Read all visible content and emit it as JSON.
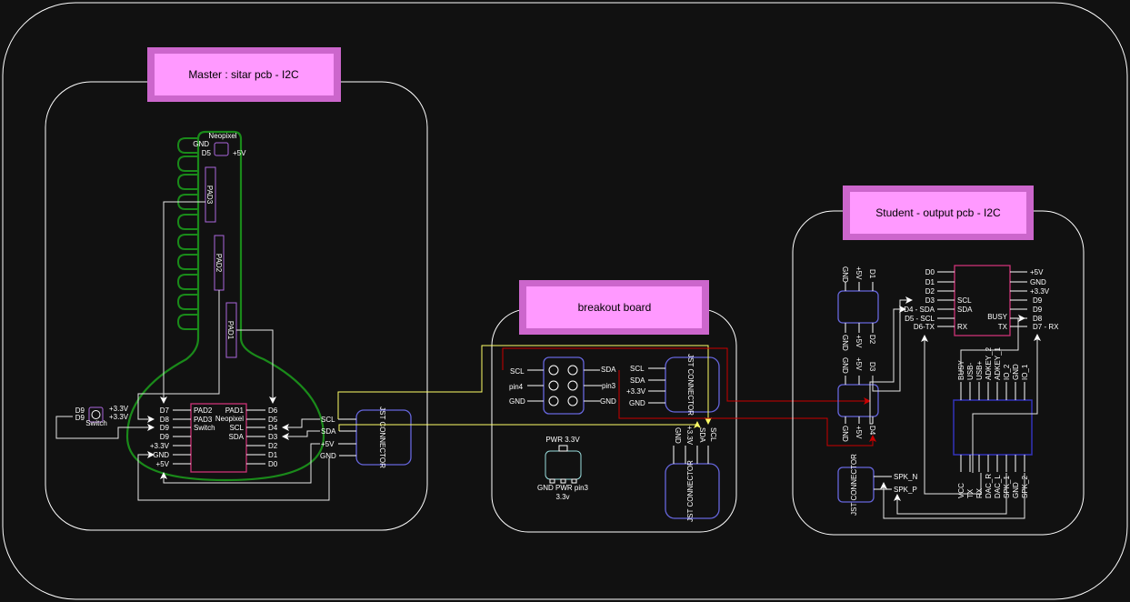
{
  "colors": {
    "background": "#111111",
    "title_fill": "#ff99ff",
    "chip_border": "#cc3377",
    "connector_border": "#6666dd",
    "guitar": "#1a8a1a",
    "i2c_yellow": "#ffff66",
    "i2c_red": "#cc0000",
    "regulator": "#99dddd"
  },
  "master": {
    "title": "Master : sitar pcb - I2C",
    "neopixel": {
      "label": "Neopixel",
      "gnd": "GND",
      "d5": "D5",
      "v5": "+5V"
    },
    "pads": [
      "PAD3",
      "PAD2",
      "PAD1"
    ],
    "switch": {
      "label": "Switch",
      "left": [
        "D9",
        "D9"
      ],
      "right": [
        "+3.3V",
        "+3.3V"
      ]
    },
    "chip_left_pins": [
      "D7",
      "D8",
      "D9",
      "D9",
      "+3.3V",
      "GND",
      "+5V"
    ],
    "chip_right_pins": [
      "D6",
      "D5",
      "D4",
      "D3",
      "D2",
      "D1",
      "D0"
    ],
    "chip_inner_left": [
      "PAD2",
      "PAD3",
      "Switch"
    ],
    "chip_inner_right": [
      "PAD1",
      "Neopixel",
      "SCL",
      "SDA"
    ],
    "jst": {
      "label": "JST CONNECTOR",
      "pins": [
        "SCL",
        "SDA",
        "+5V",
        "GND"
      ]
    }
  },
  "breakout": {
    "title": "breakout board",
    "header_left": [
      "SCL",
      "pin4",
      "GND"
    ],
    "header_right": [
      "SDA",
      "pin3",
      "GND"
    ],
    "jst_right": {
      "label": "JST CONNECTOR",
      "pins": [
        "SCL",
        "SDA",
        "+3.3V",
        "GND"
      ]
    },
    "jst_bottom": {
      "label": "JST CONNECTOR",
      "pins": [
        "GND",
        "+3.3V",
        "SDA",
        "SCL"
      ]
    },
    "regulator": {
      "top": "PWR 3.3V",
      "bottom": "GND PWR pin3",
      "bottom2": "3.3v"
    }
  },
  "student": {
    "title": "Student - output pcb - I2C",
    "conn1_top": [
      "GND",
      "+5V",
      "D1"
    ],
    "conn1_bottom": [
      "GND",
      "+5V",
      "D2"
    ],
    "conn2_top": [
      "GND",
      "+5V",
      "D3"
    ],
    "conn2_bottom": [
      "GND",
      "+5V",
      "D4"
    ],
    "chip_left": [
      "D0",
      "D1",
      "D2",
      "D3",
      "D4 - SDA",
      "D5 - SCL",
      "D6-TX"
    ],
    "chip_right": [
      "+5V",
      "GND",
      "+3.3V",
      "D9",
      "D9",
      "D8",
      "D7 - RX"
    ],
    "chip_inner_left": [
      "SCL",
      "SDA",
      "RX"
    ],
    "chip_inner_right": [
      "BUSY",
      "TX"
    ],
    "mp3_top": [
      "BUSY",
      "USB-",
      "USB+",
      "ADKEY_2",
      "ADKEY_1",
      "IO_2",
      "GND",
      "IO_1"
    ],
    "mp3_bottom": [
      "VCC",
      "TX",
      "RX",
      "DAC_R",
      "DAC_L",
      "SPK_1",
      "GND",
      "SPK_2"
    ],
    "speaker_jst": {
      "label": "JST CONNECTOR",
      "pins": [
        "SPK_N",
        "SPK_P"
      ]
    }
  }
}
